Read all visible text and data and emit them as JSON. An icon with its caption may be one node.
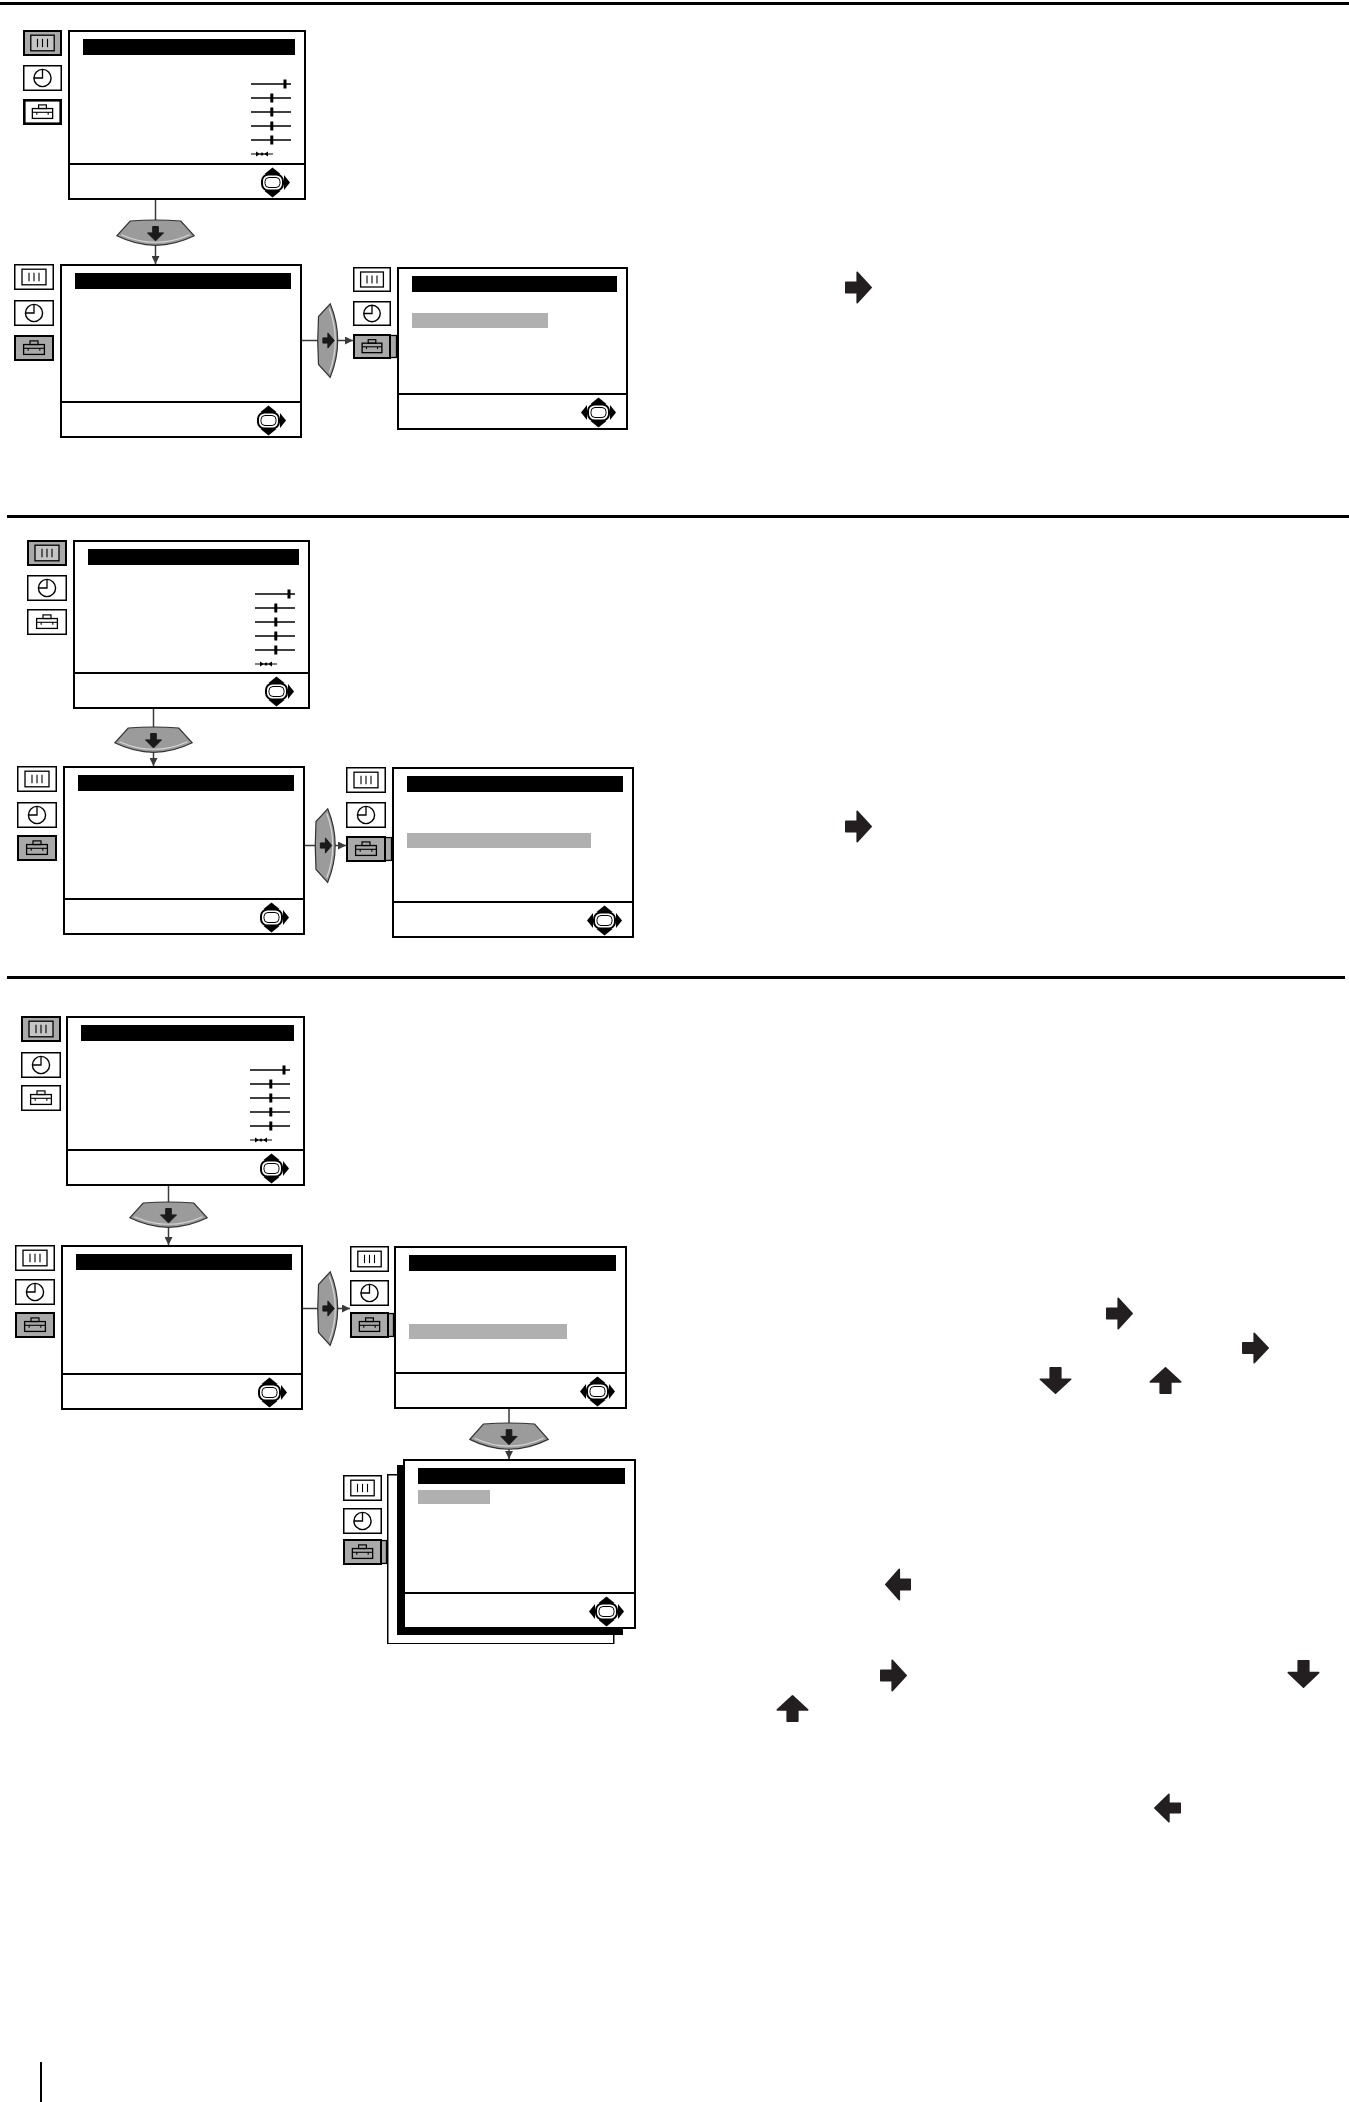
{
  "diagram": {
    "nodes": [
      {
        "text": [],
        "shape": "box"
      },
      {
        "text": [],
        "shape": "box"
      },
      {
        "text": [],
        "shape": "box"
      },
      {
        "text": [],
        "shape": "box"
      },
      {
        "text": [],
        "shape": "box"
      },
      {
        "text": [],
        "shape": "box"
      },
      {
        "text": [],
        "shape": "box"
      },
      {
        "text": [],
        "shape": "box"
      },
      {
        "text": [],
        "shape": "box"
      },
      {
        "text": [],
        "shape": "box"
      }
    ],
    "edges": [
      {
        "from": 0,
        "to": 1,
        "arrow": "to"
      },
      {
        "from": 1,
        "to": 2,
        "arrow": "to"
      },
      {
        "from": 3,
        "to": 4,
        "arrow": "to"
      },
      {
        "from": 4,
        "to": 5,
        "arrow": "to"
      },
      {
        "from": 6,
        "to": 7,
        "arrow": "to"
      },
      {
        "from": 7,
        "to": 8,
        "arrow": "to"
      },
      {
        "from": 8,
        "to": 9,
        "arrow": "to"
      }
    ]
  }
}
